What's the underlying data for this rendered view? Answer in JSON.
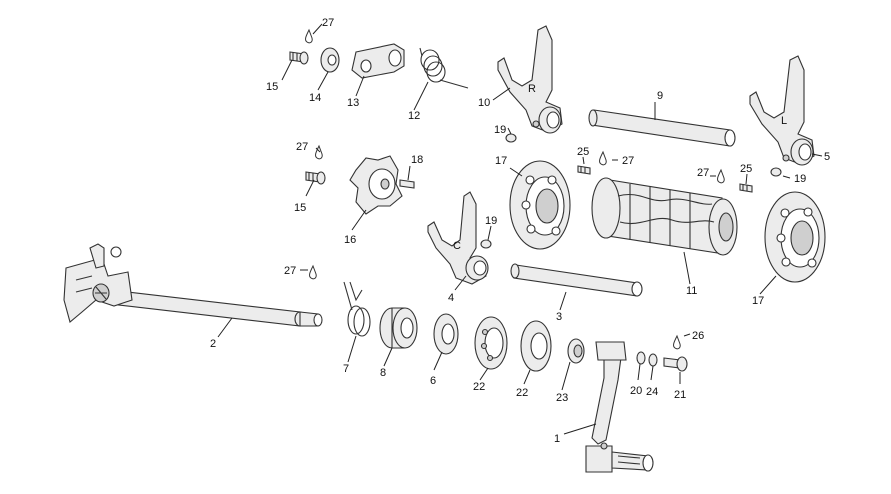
{
  "labels": {
    "p1": "1",
    "p2": "2",
    "p3": "3",
    "p4": "4",
    "p5": "5",
    "p6": "6",
    "p7": "7",
    "p8": "8",
    "p9": "9",
    "p10": "10",
    "p11": "11",
    "p12": "12",
    "p13": "13",
    "p14": "14",
    "p15a": "15",
    "p15b": "15",
    "p16": "16",
    "p17a": "17",
    "p17b": "17",
    "p18": "18",
    "p19a": "19",
    "p19b": "19",
    "p19c": "19",
    "p20": "20",
    "p21": "21",
    "p22a": "22",
    "p22b": "22",
    "p23": "23",
    "p24": "24",
    "p25a": "25",
    "p25b": "25",
    "p26": "26",
    "p27a": "27",
    "p27b": "27",
    "p27c": "27",
    "p27d": "27",
    "p27e": "27"
  },
  "fork_marks": {
    "fork10": "R",
    "fork5": "L",
    "fork4": "C"
  }
}
